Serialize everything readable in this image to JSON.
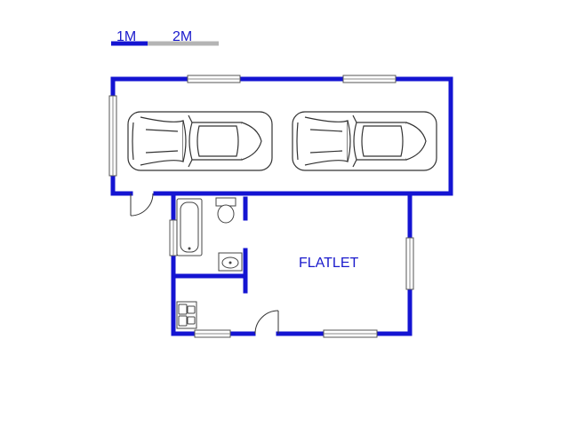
{
  "scale_bar": {
    "label_1": "1M",
    "label_2": "2M"
  },
  "rooms": {
    "flatlet": "FLATLET"
  },
  "colors": {
    "wall": "#1414d2",
    "label": "#1a1acc",
    "scale_dark": "#1414d2",
    "scale_light": "#b4b4b4"
  },
  "icons": [
    "car-icon",
    "bathtub-icon",
    "toilet-icon",
    "basin-icon",
    "sink-icon",
    "door-swing-icon",
    "window-icon"
  ]
}
